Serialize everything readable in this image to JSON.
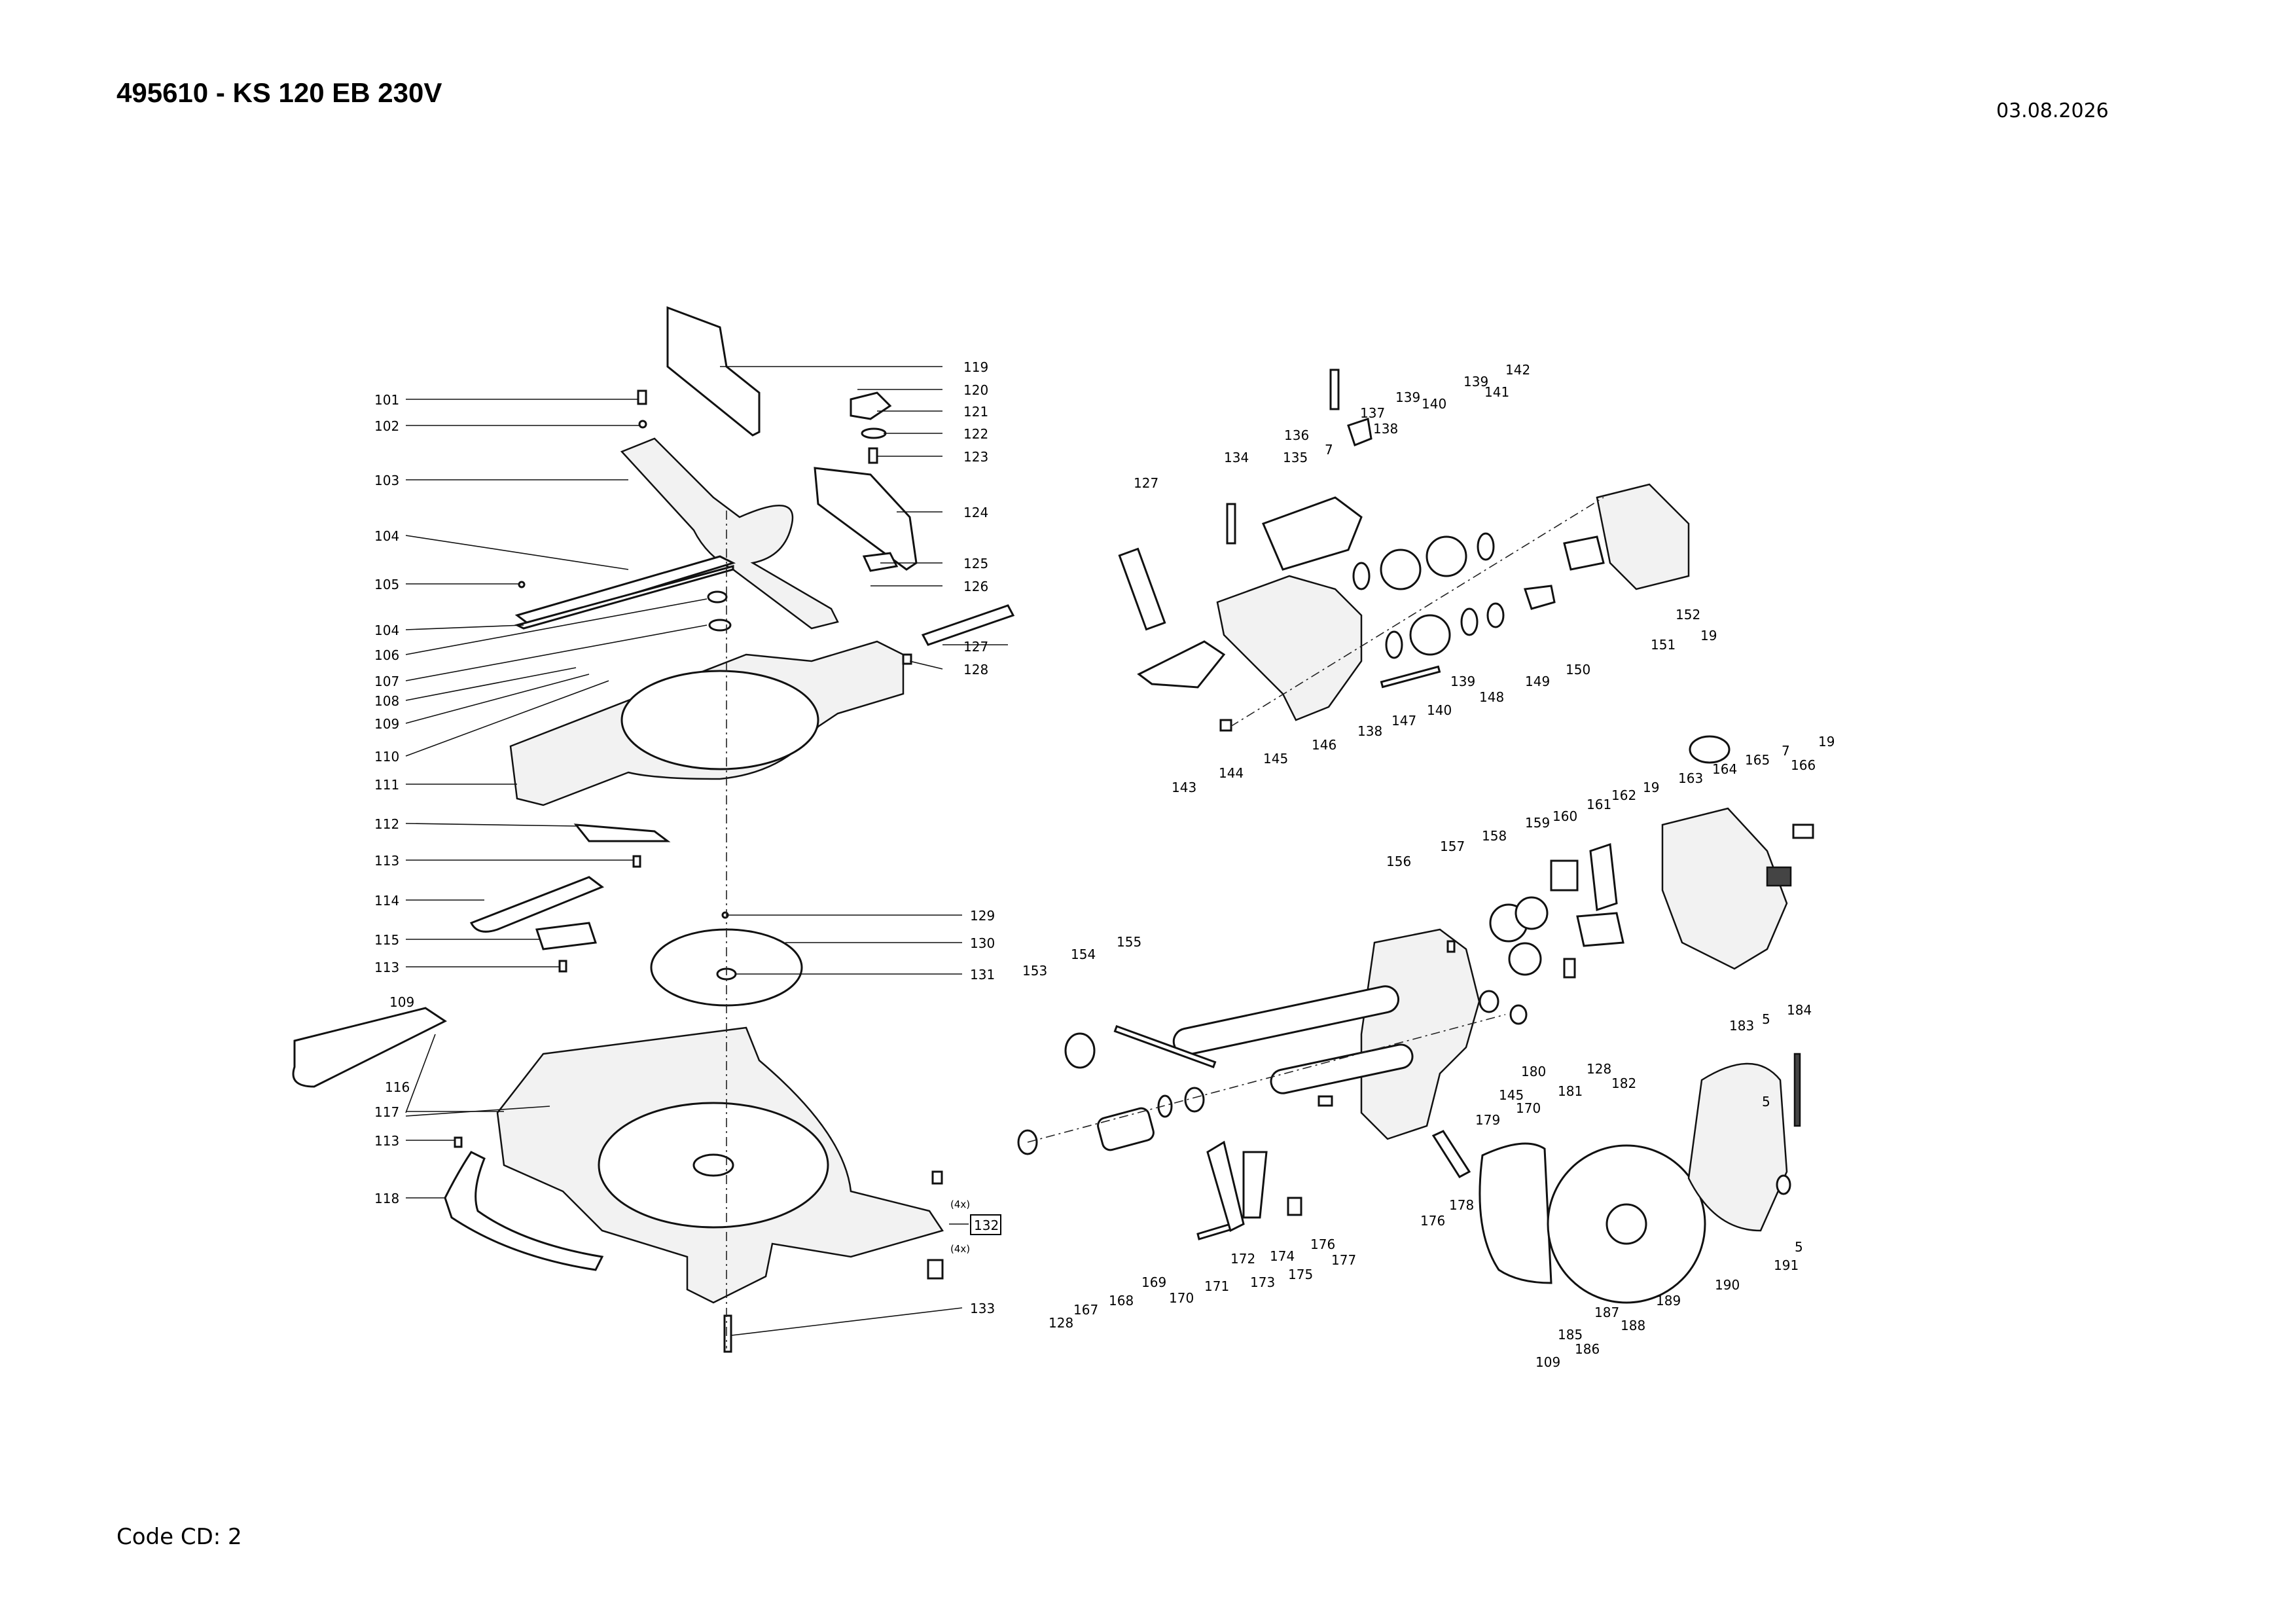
{
  "header": {
    "title": "495610 - KS 120 EB 230V",
    "date": "03.08.2026"
  },
  "footer": {
    "code": "Code CD: 2"
  },
  "diagram": {
    "qty_note_top": "(4x)",
    "qty_note_bottom": "(4x)",
    "part_labels": [
      "119",
      "120",
      "121",
      "122",
      "123",
      "124",
      "125",
      "126",
      "127",
      "128",
      "101",
      "102",
      "103",
      "104",
      "105",
      "104",
      "106",
      "107",
      "108",
      "109",
      "110",
      "111",
      "112",
      "113",
      "114",
      "115",
      "113",
      "129",
      "130",
      "131",
      "109",
      "116",
      "117",
      "113",
      "118",
      "132",
      "133",
      "127",
      "134",
      "135",
      "136",
      "7",
      "137",
      "138",
      "139",
      "140",
      "139",
      "141",
      "142",
      "143",
      "144",
      "145",
      "146",
      "138",
      "147",
      "140",
      "139",
      "148",
      "149",
      "150",
      "151",
      "152",
      "19",
      "153",
      "154",
      "155",
      "156",
      "157",
      "158",
      "159",
      "160",
      "161",
      "162",
      "19",
      "163",
      "164",
      "165",
      "7",
      "166",
      "19",
      "183",
      "128",
      "167",
      "168",
      "169",
      "170",
      "171",
      "172",
      "173",
      "174",
      "175",
      "176",
      "177",
      "178",
      "179",
      "176",
      "180",
      "181",
      "128",
      "182",
      "145",
      "170",
      "109",
      "185",
      "186",
      "187",
      "188",
      "189",
      "190",
      "5",
      "184",
      "5",
      "191",
      "5"
    ]
  }
}
